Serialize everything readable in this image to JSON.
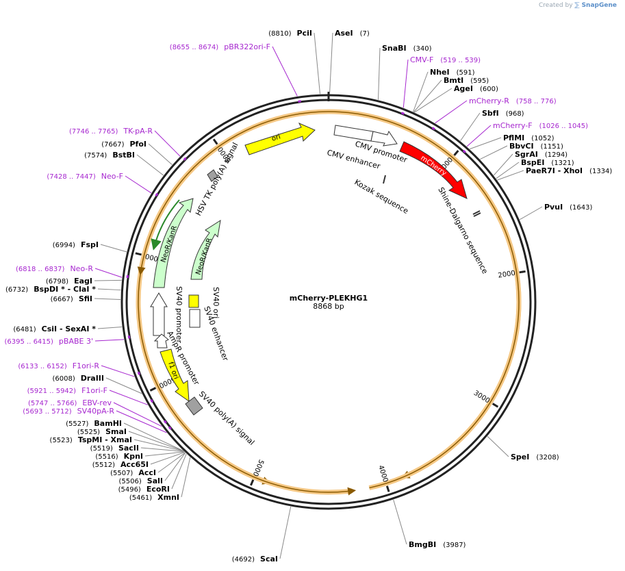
{
  "header": {
    "credit_prefix": "Created by",
    "credit_brand": "SnapGene"
  },
  "plasmid": {
    "name": "mCherry-PLEKHG1",
    "length_label": "8868 bp",
    "length": 8868
  },
  "ticks": [
    {
      "label": "1000",
      "pos": 1000
    },
    {
      "label": "2000",
      "pos": 2000
    },
    {
      "label": "3000",
      "pos": 3000
    },
    {
      "label": "4000",
      "pos": 4000
    },
    {
      "label": "5000",
      "pos": 5000
    },
    {
      "label": "6000",
      "pos": 6000
    },
    {
      "label": "7000",
      "pos": 7000
    },
    {
      "label": "8000",
      "pos": 8000
    }
  ],
  "sites": [
    {
      "name": "PciI",
      "pos": "(8810)",
      "value": 8810,
      "side": "left"
    },
    {
      "name": "AseI",
      "pos": "(7)",
      "value": 7,
      "side": "right"
    },
    {
      "name": "SnaBI",
      "pos": "(340)",
      "value": 340,
      "side": "right"
    },
    {
      "name": "NheI",
      "pos": "(591)",
      "value": 591,
      "side": "right"
    },
    {
      "name": "BmtI",
      "pos": "(595)",
      "value": 595,
      "side": "right"
    },
    {
      "name": "AgeI",
      "pos": "(600)",
      "value": 600,
      "side": "right"
    },
    {
      "name": "SbfI",
      "pos": "(968)",
      "value": 968,
      "side": "right"
    },
    {
      "name": "PflMI",
      "pos": "(1052)",
      "value": 1052,
      "side": "right"
    },
    {
      "name": "BbvCI",
      "pos": "(1151)",
      "value": 1151,
      "side": "right"
    },
    {
      "name": "SgrAI",
      "pos": "(1294)",
      "value": 1294,
      "side": "right"
    },
    {
      "name": "BspEI",
      "pos": "(1321)",
      "value": 1321,
      "side": "right"
    },
    {
      "name": "PaeR7I - XhoI",
      "pos": "(1334)",
      "value": 1334,
      "side": "right"
    },
    {
      "name": "PvuI",
      "pos": "(1643)",
      "value": 1643,
      "side": "right"
    },
    {
      "name": "SpeI",
      "pos": "(3208)",
      "value": 3208,
      "side": "right"
    },
    {
      "name": "BmgBI",
      "pos": "(3987)",
      "value": 3987,
      "side": "right"
    },
    {
      "name": "ScaI",
      "pos": "(4692)",
      "value": 4692,
      "side": "left"
    },
    {
      "name": "XmnI",
      "pos": "(5461)",
      "value": 5461,
      "side": "left"
    },
    {
      "name": "EcoRI",
      "pos": "(5496)",
      "value": 5496,
      "side": "left"
    },
    {
      "name": "SalI",
      "pos": "(5506)",
      "value": 5506,
      "side": "left"
    },
    {
      "name": "AccI",
      "pos": "(5507)",
      "value": 5507,
      "side": "left"
    },
    {
      "name": "Acc65I",
      "pos": "(5512)",
      "value": 5512,
      "side": "left"
    },
    {
      "name": "KpnI",
      "pos": "(5516)",
      "value": 5516,
      "side": "left"
    },
    {
      "name": "SacII",
      "pos": "(5519)",
      "value": 5519,
      "side": "left"
    },
    {
      "name": "TspMI - XmaI",
      "pos": "(5523)",
      "value": 5523,
      "side": "left"
    },
    {
      "name": "SmaI",
      "pos": "(5525)",
      "value": 5525,
      "side": "left"
    },
    {
      "name": "BamHI",
      "pos": "(5527)",
      "value": 5527,
      "side": "left"
    },
    {
      "name": "DraIII",
      "pos": "(6008)",
      "value": 6008,
      "side": "left"
    },
    {
      "name": "CsiI - SexAI *",
      "pos": "(6481)",
      "value": 6481,
      "side": "left"
    },
    {
      "name": "SfiI",
      "pos": "(6667)",
      "value": 6667,
      "side": "left"
    },
    {
      "name": "BspDI * - ClaI *",
      "pos": "(6732)",
      "value": 6732,
      "side": "left"
    },
    {
      "name": "EagI",
      "pos": "(6798)",
      "value": 6798,
      "side": "left"
    },
    {
      "name": "FspI",
      "pos": "(6994)",
      "value": 6994,
      "side": "left"
    },
    {
      "name": "BstBI",
      "pos": "(7574)",
      "value": 7574,
      "side": "left"
    },
    {
      "name": "PfoI",
      "pos": "(7667)",
      "value": 7667,
      "side": "left"
    }
  ],
  "primers": [
    {
      "range": "(8655 .. 8674)",
      "name": "pBR322ori-F",
      "start": 8655,
      "side": "left"
    },
    {
      "range": "(519 .. 539)",
      "name": "CMV-F",
      "start": 519,
      "side": "right"
    },
    {
      "range": "(758 .. 776)",
      "name": "mCherry-R",
      "start": 758,
      "side": "right"
    },
    {
      "range": "(1026 .. 1045)",
      "name": "mCherry-F",
      "start": 1026,
      "side": "right"
    },
    {
      "range": "(7746 .. 7765)",
      "name": "TK-pA-R",
      "start": 7746,
      "side": "left"
    },
    {
      "range": "(7428 .. 7447)",
      "name": "Neo-F",
      "start": 7428,
      "side": "left"
    },
    {
      "range": "(6818 .. 6837)",
      "name": "Neo-R",
      "start": 6818,
      "side": "left"
    },
    {
      "range": "(6395 .. 6415)",
      "name": "pBABE 3'",
      "start": 6395,
      "side": "left"
    },
    {
      "range": "(6133 .. 6152)",
      "name": "F1ori-R",
      "start": 6133,
      "side": "left"
    },
    {
      "range": "(5921 .. 5942)",
      "name": "F1ori-F",
      "start": 5921,
      "side": "left"
    },
    {
      "range": "(5747 .. 5766)",
      "name": "EBV-rev",
      "start": 5747,
      "side": "left"
    },
    {
      "range": "(5693 .. 5712)",
      "name": "SV40pA-R",
      "start": 5693,
      "side": "left"
    }
  ],
  "features": [
    {
      "name": "ori",
      "color": "#ffff00"
    },
    {
      "name": "CMV enhancer",
      "color": "#ffffff"
    },
    {
      "name": "CMV promoter",
      "color": "#ffffff"
    },
    {
      "name": "mCherry",
      "color": "#ff0000"
    },
    {
      "name": "Kozak sequence",
      "color": "#808080"
    },
    {
      "name": "Shine-Dalgarno sequence",
      "color": "#808080"
    },
    {
      "name": "HSV TK poly(A) signal",
      "color": "#a0a0a0"
    },
    {
      "name": "NeoR/KanR",
      "color": "#ccffcc"
    },
    {
      "name": "NeoR/KanR",
      "color": "#ccffcc"
    },
    {
      "name": "SV40 promoter",
      "color": "#ffffff"
    },
    {
      "name": "SV40 ori",
      "color": "#ffff00"
    },
    {
      "name": "SV40 enhancer",
      "color": "#ffffff"
    },
    {
      "name": "AmpR promoter",
      "color": "#ffffff"
    },
    {
      "name": "f1 ori",
      "color": "#ffff00"
    },
    {
      "name": "SV40 poly(A) signal",
      "color": "#a0a0a0"
    }
  ],
  "colors": {
    "primer": "#a626cf",
    "orf_highlight": "#f5c885",
    "orf_line": "#8a5a00",
    "backbone": "#222222"
  }
}
